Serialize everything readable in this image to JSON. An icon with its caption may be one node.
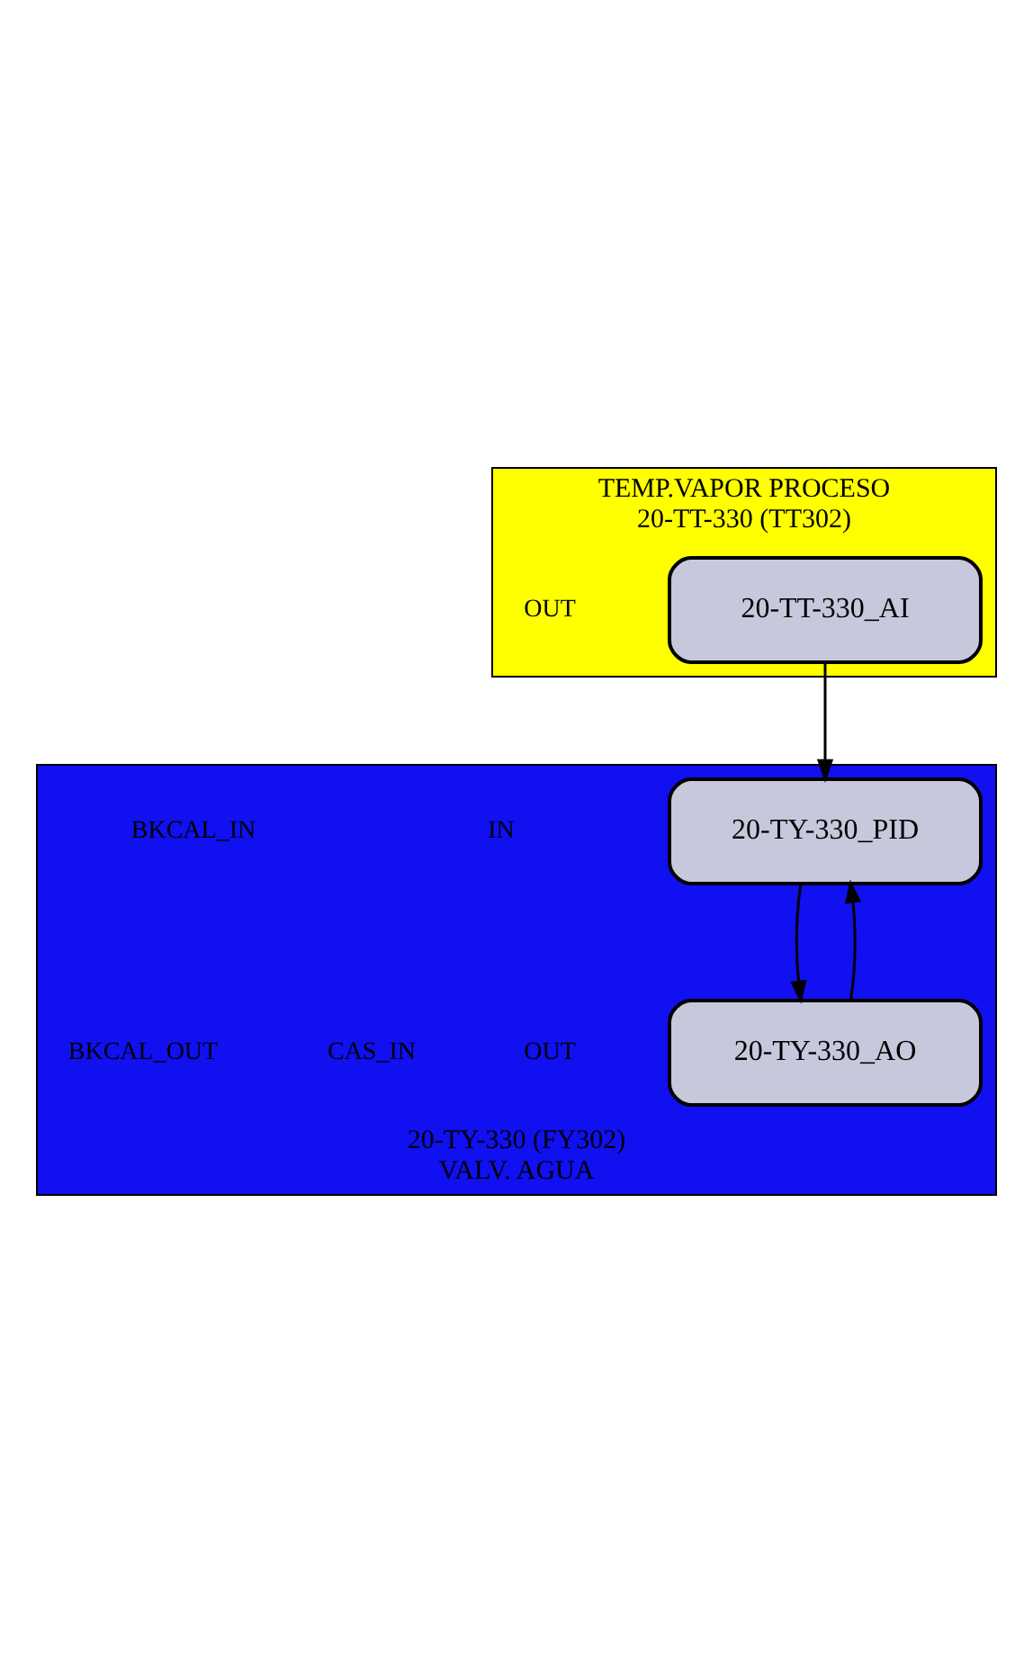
{
  "diagram": {
    "nodes": [
      {
        "text": [
          "TEMP.VAPOR PROCESO",
          "20-TT-330 (TT302)"
        ]
      },
      {
        "text": [
          "20-TT-330_AI"
        ],
        "in": 0
      },
      {
        "text": [
          "20-TY-330 (FY302)",
          "VALV. AGUA"
        ]
      },
      {
        "text": [
          "20-TY-330_PID"
        ],
        "in": 2
      },
      {
        "text": [
          "20-TY-330_AO"
        ],
        "in": 2
      }
    ],
    "edges": [
      {
        "from": 1,
        "to": 3,
        "arrow": "to"
      },
      {
        "from": 3,
        "to": 4,
        "arrow": "to"
      },
      {
        "from": 4,
        "to": 3,
        "arrow": "to"
      }
    ],
    "labels": [
      "OUT",
      "IN",
      "BKCAL_IN",
      "OUT",
      "CAS_IN",
      "BKCAL_OUT"
    ]
  }
}
